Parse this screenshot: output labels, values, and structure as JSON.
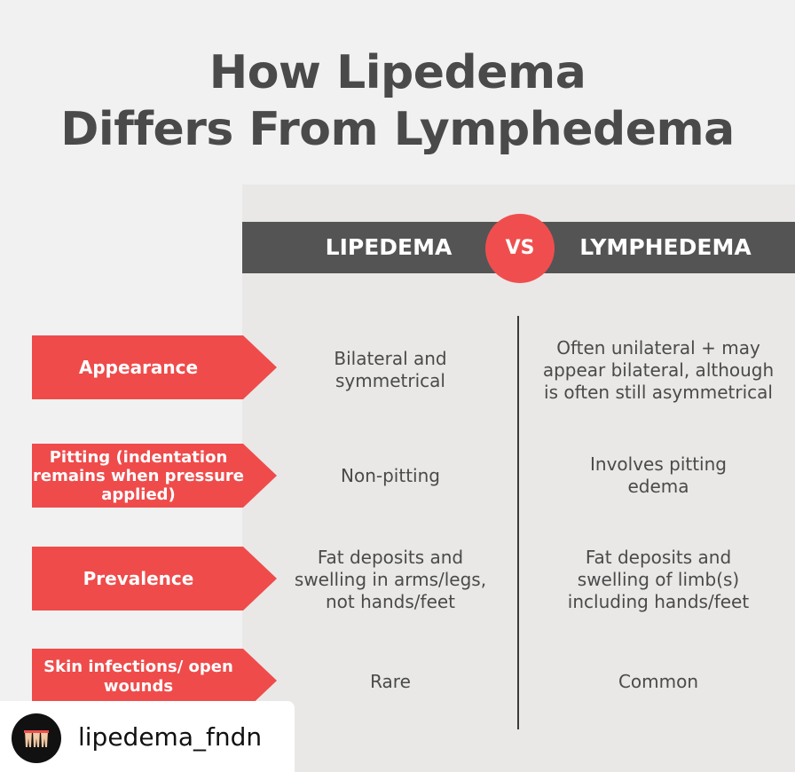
{
  "title": {
    "line1": "How Lipedema",
    "line2": "Differs From Lymphedema"
  },
  "header": {
    "left": "LIPEDEMA",
    "vs": "VS",
    "right": "LYMPHEDEMA"
  },
  "rows": [
    {
      "label": "Appearance",
      "lipedema": "Bilateral and\nsymmetrical",
      "lymphedema": "Often unilateral + may\nappear bilateral, although\nis often still asymmetrical"
    },
    {
      "label": "Pitting (indentation remains when pressure applied)",
      "lipedema": "Non-pitting",
      "lymphedema": "Involves pitting\nedema"
    },
    {
      "label": "Prevalence",
      "lipedema": "Fat deposits and\nswelling in arms/legs,\nnot hands/feet",
      "lymphedema": "Fat deposits and\nswelling of limb(s)\nincluding hands/feet"
    },
    {
      "label": "Skin infections/ open wounds",
      "lipedema": "Rare",
      "lymphedema": "Common"
    }
  ],
  "badge": {
    "handle": "lipedema_fndn",
    "logo_icon": "legs-logo-icon"
  },
  "colors": {
    "accent_red": "#ef4b4b",
    "header_gray": "#545454",
    "text_gray": "#4a4a4a"
  }
}
